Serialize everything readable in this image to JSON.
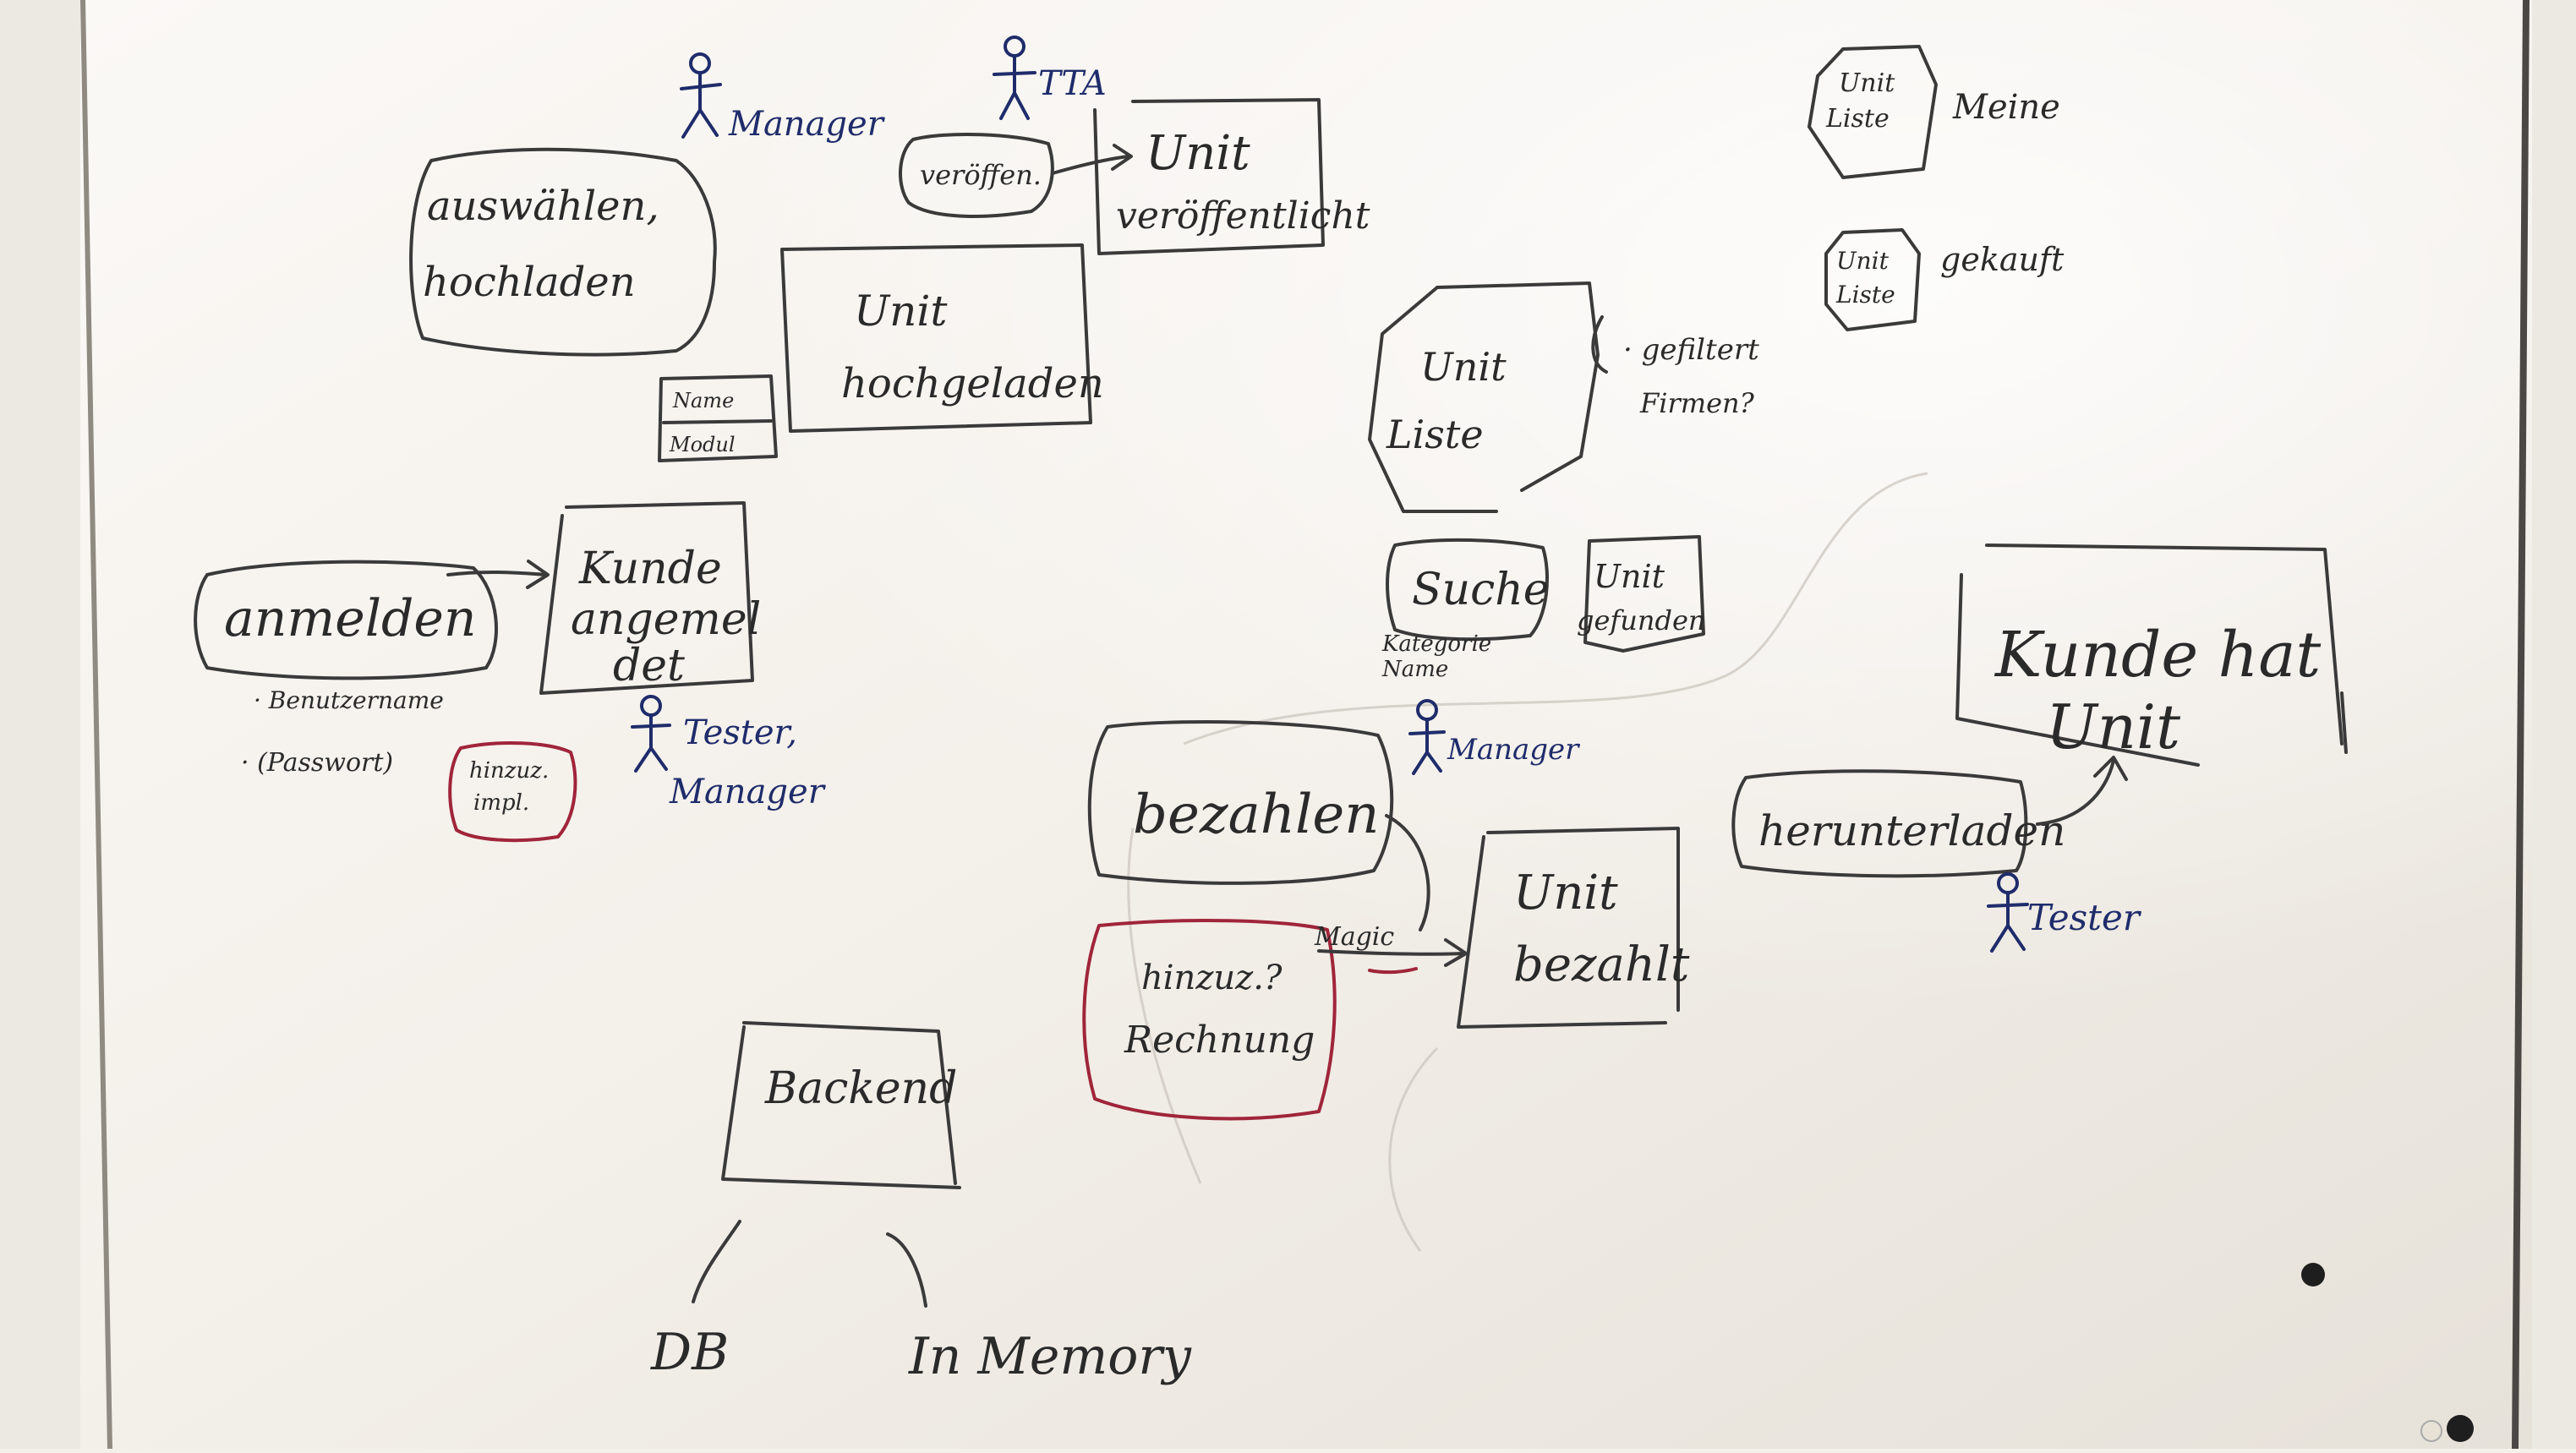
{
  "whiteboard": {
    "actor_manager_top": "Manager",
    "actor_tta": "TTA",
    "actor_tester_left": "Tester,",
    "actor_manager_left": "Manager",
    "actor_manager_mid": "Manager",
    "actor_tester_right": "Tester",
    "cloud_auswaehlen_1": "auswählen,",
    "cloud_auswaehlen_2": "hochladen",
    "cloud_veroeffentlichen": "veröffen.",
    "box_unit_veroeff_1": "Unit",
    "box_unit_veroeff_2": "veröffentlicht",
    "box_unit_hochgeladen_1": "Unit",
    "box_unit_hochgeladen_2": "hochgeladen",
    "small_box_1": "Name",
    "small_box_2": "Modul",
    "cloud_anmelden": "anmelden",
    "bullet_benutzername": "· Benutzername",
    "bullet_passwort": "· (Passwort)",
    "red_cloud_login_1": "hinzuz.",
    "red_cloud_login_2": "impl.",
    "box_kunde_angemeldet_1": "Kunde",
    "box_kunde_angemeldet_2": "angemel",
    "box_kunde_angemeldet_3": "det",
    "octagon_unit_liste_1": "Unit",
    "octagon_unit_liste_2": "Liste",
    "note_gefiltert_1": "· gefiltert",
    "note_gefiltert_2": "Firmen?",
    "small_oct_meine_1": "Unit",
    "small_oct_meine_2": "Liste",
    "label_meine": "Meine",
    "small_oct_gekauft_1": "Unit",
    "small_oct_gekauft_2": "Liste",
    "label_gekauft": "gekauft",
    "cloud_suche": "Suche",
    "note_suche_1": "Kategorie",
    "note_suche_2": "Name",
    "box_unit_gefunden_1": "Unit",
    "box_unit_gefunden_2": "gefunden",
    "box_kunde_hat_unit_1": "Kunde hat",
    "box_kunde_hat_unit_2": "Unit",
    "cloud_bezahlen": "bezahlen",
    "red_cloud_rechnung_1": "hinzuz.?",
    "red_cloud_rechnung_2": "Rechnung",
    "arrow_label_magic": "Magic",
    "box_unit_bezahlt_1": "Unit",
    "box_unit_bezahlt_2": "bezahlt",
    "cloud_herunterladen": "herunterladen",
    "box_backend": "Backend",
    "leaf_db": "DB",
    "leaf_in_memory": "In Memory"
  },
  "colors": {
    "board": "#f4f0ea",
    "frame": "#b8b2a8",
    "ink_black": "#2a2a2a",
    "ink_blue": "#1f2c6b",
    "ink_red": "#a0253a"
  }
}
